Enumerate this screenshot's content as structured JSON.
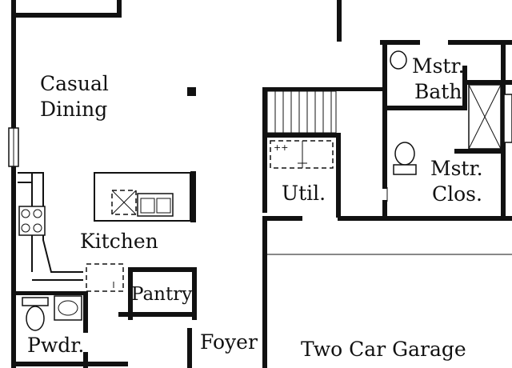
{
  "rooms": {
    "casual_dining": [
      "Casual",
      "Dining"
    ],
    "kitchen": "Kitchen",
    "util": "Util.",
    "mstr_bath": [
      "Mstr.",
      "Bath"
    ],
    "mstr_clos": [
      "Mstr.",
      "Clos."
    ],
    "pantry": "Pantry",
    "pwdr": "Pwdr.",
    "foyer": "Foyer",
    "garage": "Two Car Garage"
  },
  "colors": {
    "line": "#111111",
    "background": "#ffffff"
  }
}
